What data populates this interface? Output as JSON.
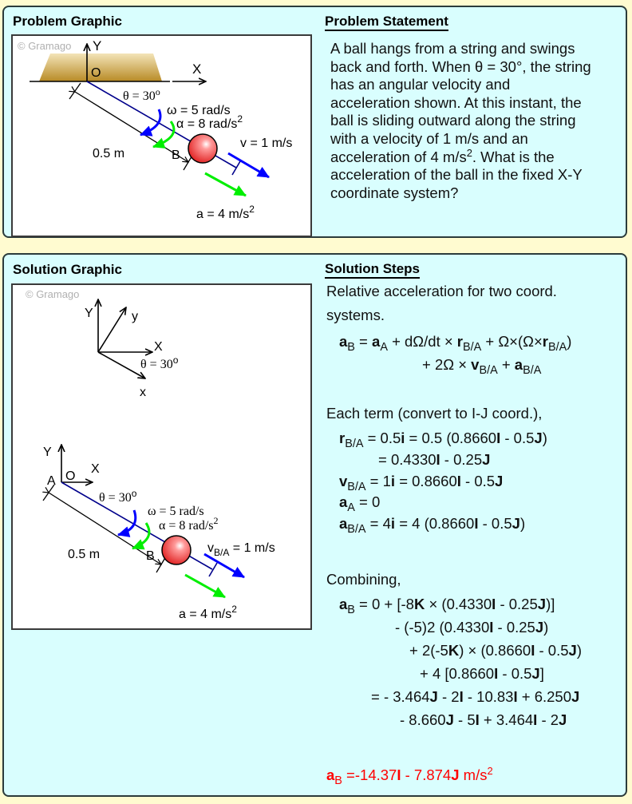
{
  "problem": {
    "graphic_title": "Problem Graphic",
    "statement_title": "Problem Statement",
    "statement_lines": [
      "A ball hangs from a string and swings",
      "back and forth. When θ = 30°, the string",
      "has an angular velocity and",
      "acceleration shown. At this instant, the",
      "ball is sliding outward along the string",
      "with a velocity of 1 m/s and an",
      "acceleration of 4 m/s",
      "coordinate system?"
    ],
    "statement_line7_sup": "2",
    "statement_line7_tail": ". What is the",
    "statement_line8": "acceleration of the ball in the fixed X-Y",
    "figure": {
      "watermark": "© Gramago",
      "axis_y": "Y",
      "axis_x": "X",
      "origin": "O",
      "point_b": "B",
      "theta_label": "θ = 30",
      "theta_sup": "o",
      "omega_label": "ω = 5 rad/s",
      "alpha_label": "α = 8 rad/s",
      "alpha_sup": "2",
      "length_label": "0.5 m",
      "velocity_label": "v = 1 m/s",
      "accel_label": "a = 4 m/s",
      "accel_sup": "2"
    }
  },
  "solution": {
    "graphic_title": "Solution Graphic",
    "steps_title": "Solution Steps",
    "figure": {
      "watermark": "© Gramago",
      "frame_Y": "Y",
      "frame_y": "y",
      "frame_X": "X",
      "frame_x": "x",
      "frame_theta": "θ = 30",
      "frame_theta_sup": "o",
      "axis_y": "Y",
      "axis_x": "X",
      "origin": "O",
      "point_a": "A",
      "point_b": "B",
      "theta_label": "θ = 30",
      "theta_sup": "o",
      "omega_label": "ω = 5 rad/s",
      "alpha_label": "α = 8 rad/s",
      "alpha_sup": "2",
      "length_label": "0.5 m",
      "velocity_label_main": "v",
      "velocity_label_sub": "B/A",
      "velocity_label_tail": " = 1 m/s",
      "accel_label": "a = 4 m/s",
      "accel_sup": "2"
    },
    "intro_line1": "Relative acceleration for two coord.",
    "intro_line2": "systems.",
    "eq1": {
      "a": "a",
      "B": "B",
      "eq": " = ",
      "a2": "a",
      "A": "A",
      "mid": " + dΩ/dt × ",
      "r": "r",
      "BA": "B/A",
      "mid2": " + Ω×(Ω×",
      "r2": "r",
      "BA2": "B/A",
      "close": ")"
    },
    "eq2": {
      "pre": "+ 2Ω × ",
      "v": "v",
      "BA": "B/A",
      "mid": " + ",
      "a": "a",
      "BA2": "B/A"
    },
    "each_term": "Each term (convert to I-J coord.),",
    "terms": {
      "r_line1_sym": "r",
      "r_line1_sub": "B/A",
      "r_line1_a": " = 0.5",
      "r_line1_i": "i",
      "r_line1_b": " = 0.5 (0.8660",
      "r_line1_I": "I",
      "r_line1_c": " - 0.5",
      "r_line1_J": "J",
      "r_line1_d": ")",
      "r_line2_a": "= 0.4330",
      "r_line2_I": "I",
      "r_line2_b": " - 0.25",
      "r_line2_J": "J",
      "v_sym": "v",
      "v_sub": "B/A",
      "v_a": " = 1",
      "v_i": "i",
      "v_b": " = 0.8660",
      "v_I": "I",
      "v_c": " - 0.5",
      "v_J": "J",
      "aA_sym": "a",
      "aA_sub": "A",
      "aA_val": " = 0",
      "aBA_sym": "a",
      "aBA_sub": "B/A",
      "aBA_a": " = 4",
      "aBA_i": "i",
      "aBA_b": " = 4 (0.8660",
      "aBA_I": "I",
      "aBA_c": " - 0.5",
      "aBA_J": "J",
      "aBA_d": ")"
    },
    "combining": "Combining,",
    "combo": {
      "l1_sym": "a",
      "l1_sub": "B",
      "l1_a": " = 0 + [-8",
      "l1_K": "K",
      "l1_b": " × (0.4330",
      "l1_I": "I",
      "l1_c": " - 0.25",
      "l1_J": "J",
      "l1_d": ")]",
      "l2_a": "- (-5)2 (0.4330",
      "l2_I": "I",
      "l2_b": " - 0.25",
      "l2_J": "J",
      "l2_c": ")",
      "l3_a": "+ 2(-5",
      "l3_K": "K",
      "l3_b": ") × (0.8660",
      "l3_I": "I",
      "l3_c": " - 0.5",
      "l3_J": "J",
      "l3_d": ")",
      "l4_a": "+ 4 [0.8660",
      "l4_I": "I",
      "l4_b": " - 0.5",
      "l4_J": "J",
      "l4_c": "]",
      "l5_a": "= - 3.464",
      "l5_J1": "J",
      "l5_b": " - 2",
      "l5_I1": "I",
      "l5_c": " - 10.83",
      "l5_I2": "I",
      "l5_d": " + 6.250",
      "l5_J2": "J",
      "l6_a": "- 8.660",
      "l6_J1": "J",
      "l6_b": " - 5",
      "l6_I1": "I",
      "l6_c": " + 3.464",
      "l6_I2": "I",
      "l6_d": " - 2",
      "l6_J2": "J"
    },
    "answer": {
      "sym": "a",
      "sub": "B",
      "a": " =-14.37",
      "I": "I",
      "b": " - 7.874",
      "J": "J",
      "c": " m/s",
      "sup": "2"
    }
  },
  "colors": {
    "background": "#fffbd0",
    "panel": "#d9fefe",
    "string": "#00008b",
    "omega_arrow": "#0000ff",
    "alpha_arrow": "#00ee00",
    "ball": "#e83030",
    "answer": "#ff0000",
    "ground": "#c8a040"
  }
}
